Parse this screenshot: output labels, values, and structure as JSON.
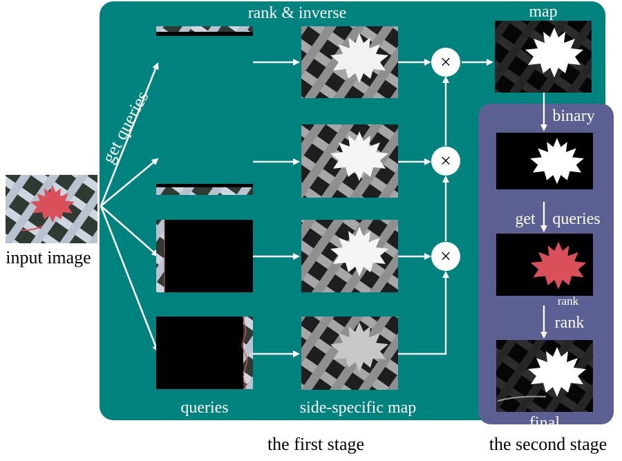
{
  "diagram": {
    "title_top": "rank & inverse",
    "map_label": "map",
    "get_queries_diagonal": "get queries",
    "input_label": "input image",
    "queries_label": "queries",
    "side_specific_label": "side-specific map",
    "first_stage_label": "the first stage",
    "second_stage_label": "the second stage",
    "binary_label": "binary",
    "get_label": "get",
    "queries_label_2": "queries",
    "rank_small": "rank",
    "rank_label": "rank",
    "final_label": "final",
    "multiply_symbol": "×"
  },
  "colors": {
    "first_stage_bg": "#00827f",
    "second_stage_bg": "#5b5f91",
    "arrow": "#ffffff",
    "leaf_red": "#d9505a",
    "lattice": "#cfd6e0"
  }
}
